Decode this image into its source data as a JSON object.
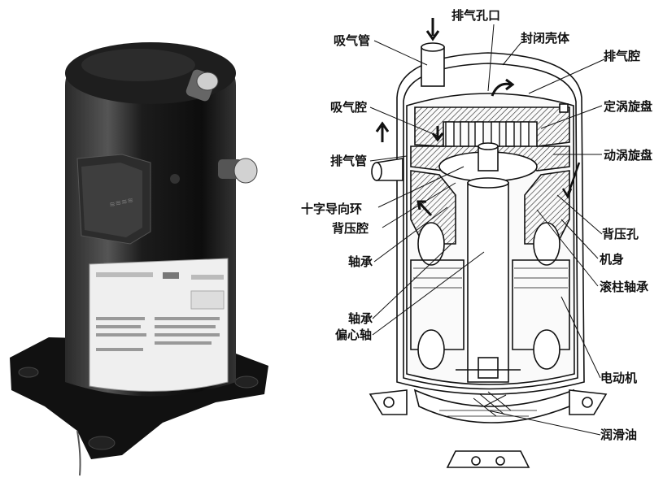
{
  "labels": {
    "exhaust_port": "排气孔口",
    "intake_pipe": "吸气管",
    "sealed_shell": "封闭壳体",
    "exhaust_chamber": "排气腔",
    "intake_chamber": "吸气腔",
    "fixed_scroll": "定涡旋盘",
    "orbiting_scroll": "动涡旋盘",
    "exhaust_pipe": "排气管",
    "cross_ring": "十字导向环",
    "back_pressure_chamber": "背压腔",
    "back_pressure_hole": "背压孔",
    "bearing_1": "轴承",
    "body": "机身",
    "roller_bearing": "滚柱轴承",
    "bearing_2": "轴承",
    "eccentric_shaft": "偏心轴",
    "motor": "电动机",
    "lube_oil": "润滑油"
  },
  "colors": {
    "shell": "#1a1a1a",
    "line": "#111111",
    "paper": "#ffffff"
  }
}
